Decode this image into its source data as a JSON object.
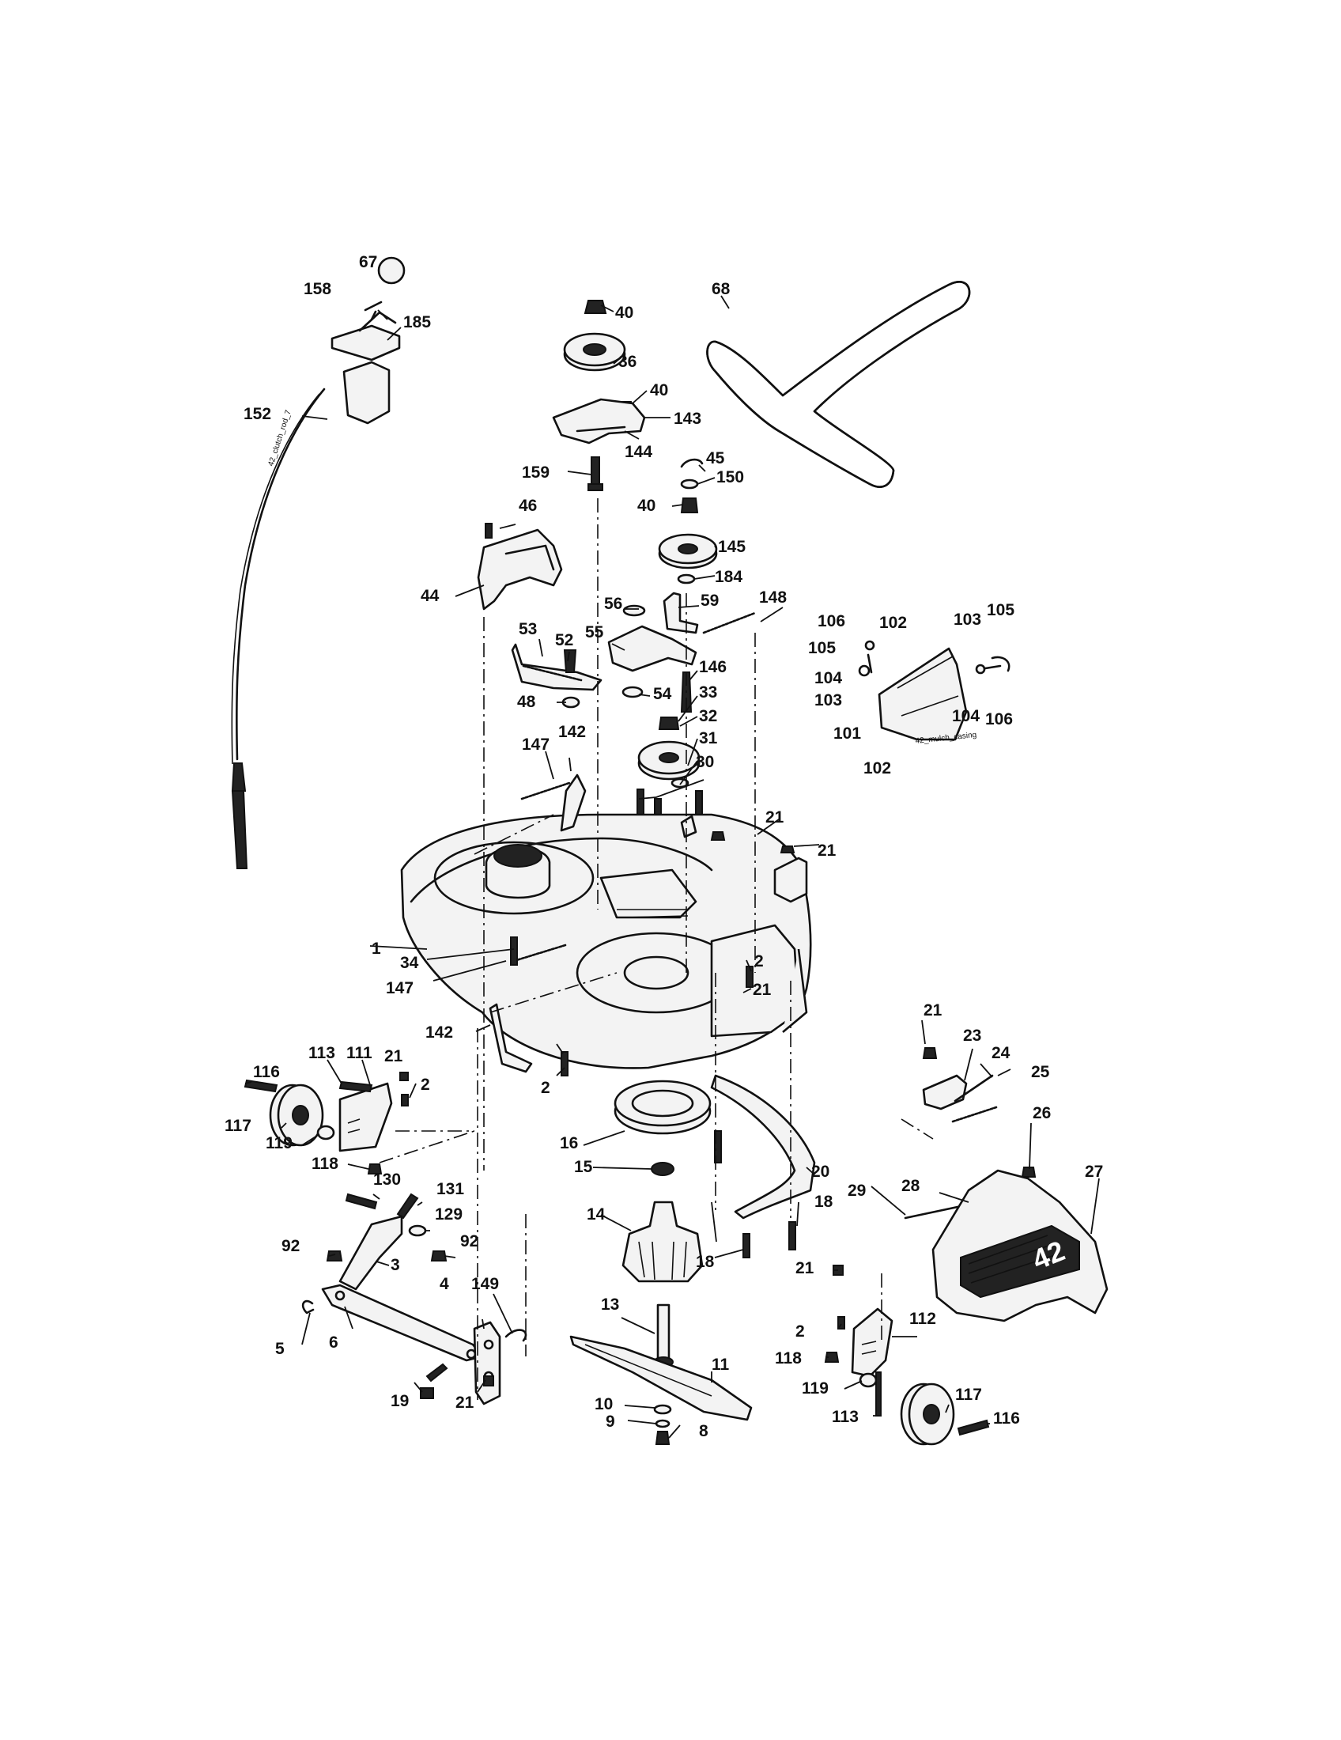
{
  "diagram": {
    "cable_text": "42_clutch_rod_7",
    "mulch_text": "42_mulch_casing",
    "deck_logo": "42",
    "callouts": {
      "c67": "67",
      "c158": "158",
      "c185": "185",
      "c152": "152",
      "c40a": "40",
      "c36": "36",
      "c40b": "40",
      "c143": "143",
      "c144": "144",
      "c159": "159",
      "c68": "68",
      "c45": "45",
      "c150": "150",
      "c40c": "40",
      "c145": "145",
      "c184": "184",
      "c46": "46",
      "c44": "44",
      "c56": "56",
      "c59": "59",
      "c148": "148",
      "c55": "55",
      "c53": "53",
      "c52": "52",
      "c146": "146",
      "c48": "48",
      "c54": "54",
      "c33": "33",
      "c32": "32",
      "c31": "31",
      "c30": "30",
      "c147a": "147",
      "c142a": "142",
      "c106a": "106",
      "c102a": "102",
      "c103a": "103",
      "c105a": "105",
      "c105b": "105",
      "c104a": "104",
      "c103b": "103",
      "c101": "101",
      "c104b": "104",
      "c106b": "106",
      "c102b": "102",
      "c21a": "21",
      "c21b": "21",
      "c1": "1",
      "c34": "34",
      "c147b": "147",
      "c2a": "2",
      "c21c": "21",
      "c142b": "142",
      "c21d": "21",
      "c2b": "2",
      "c21e": "21",
      "c23": "23",
      "c24": "24",
      "c25": "25",
      "c116a": "116",
      "c113a": "113",
      "c111": "111",
      "c2c": "2",
      "c117a": "117",
      "c119a": "119",
      "c118a": "118",
      "c16": "16",
      "c15": "15",
      "c26": "26",
      "c28": "28",
      "c27": "27",
      "c29": "29",
      "c20": "20",
      "c130": "130",
      "c131": "131",
      "c14": "14",
      "c18a": "18",
      "c18b": "18",
      "c129": "129",
      "c92a": "92",
      "c92b": "92",
      "c3": "3",
      "c21f": "21",
      "c4": "4",
      "c149": "149",
      "c13": "13",
      "c5": "5",
      "c6": "6",
      "c112": "112",
      "c2d": "2",
      "c118b": "118",
      "c11": "11",
      "c119b": "119",
      "c117b": "117",
      "c19": "19",
      "c21g": "21",
      "c10": "10",
      "c9": "9",
      "c8": "8",
      "c113b": "113",
      "c116b": "116"
    }
  }
}
